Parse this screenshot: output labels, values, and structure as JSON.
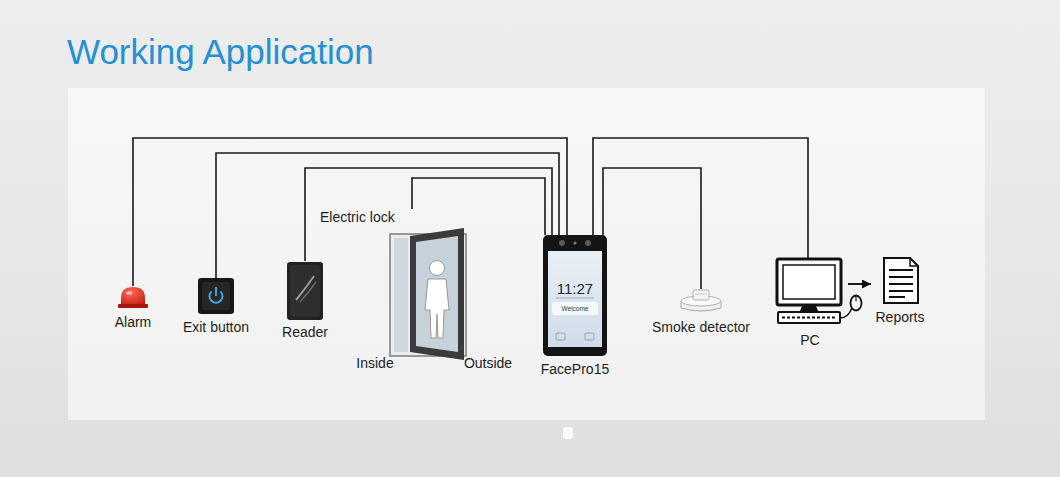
{
  "diagram": {
    "title": "Working Application",
    "nodes": [
      {
        "text": [
          "Alarm"
        ]
      },
      {
        "text": [
          "Exit button"
        ]
      },
      {
        "text": [
          "Reader"
        ]
      },
      {
        "text": [
          "Electric lock"
        ]
      },
      {
        "text": [
          "FacePro15"
        ]
      },
      {
        "text": [
          "Smoke detector"
        ]
      },
      {
        "text": [
          "PC"
        ]
      },
      {
        "text": [
          "Reports"
        ]
      }
    ],
    "edges": [
      {
        "from": 0,
        "to": 4,
        "arrow": "none"
      },
      {
        "from": 1,
        "to": 4,
        "arrow": "none"
      },
      {
        "from": 2,
        "to": 4,
        "arrow": "none"
      },
      {
        "from": 3,
        "to": 4,
        "arrow": "none"
      },
      {
        "from": 5,
        "to": 4,
        "arrow": "none"
      },
      {
        "from": 6,
        "to": 4,
        "arrow": "none"
      },
      {
        "from": 6,
        "to": 7,
        "arrow": "to"
      }
    ],
    "labels": [
      "Inside",
      "Outside",
      "11:27",
      "Welcome"
    ]
  }
}
